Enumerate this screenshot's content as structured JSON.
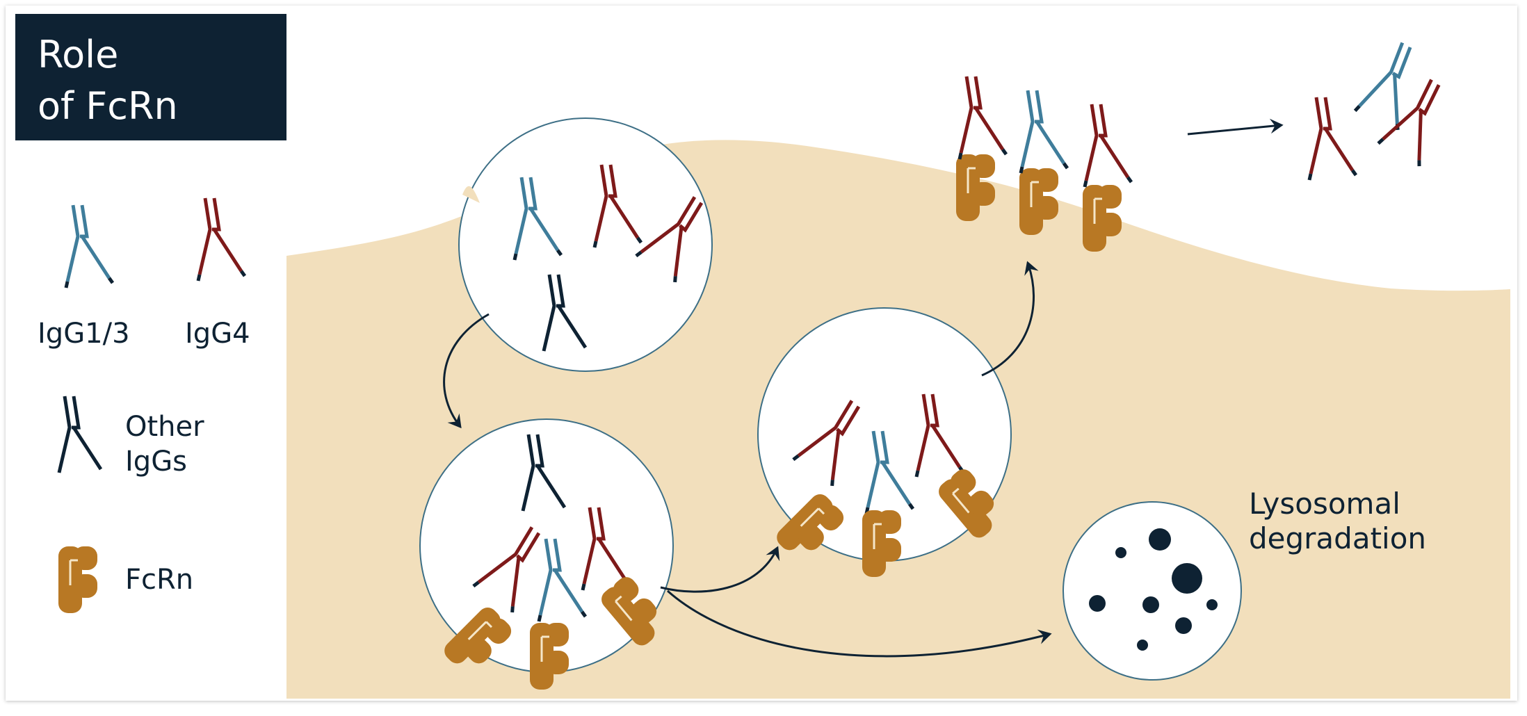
{
  "title": {
    "line1": "Role",
    "line2": "of FcRn"
  },
  "legend": {
    "igg13": "IgG1/3",
    "igg4": "IgG4",
    "other_line1": "Other",
    "other_line2": "IgGs",
    "fcrn": "FcRn"
  },
  "lysosome": {
    "line1": "Lysosomal",
    "line2": "degradation"
  },
  "colors": {
    "igg13": "#3f7d9b",
    "igg4": "#7e1a1a",
    "other": "#0e2233",
    "fcrn": "#b87824",
    "cell": "#f2dfbc",
    "vesicle_stroke": "#3d6f86",
    "title_bg": "#0e2233"
  }
}
